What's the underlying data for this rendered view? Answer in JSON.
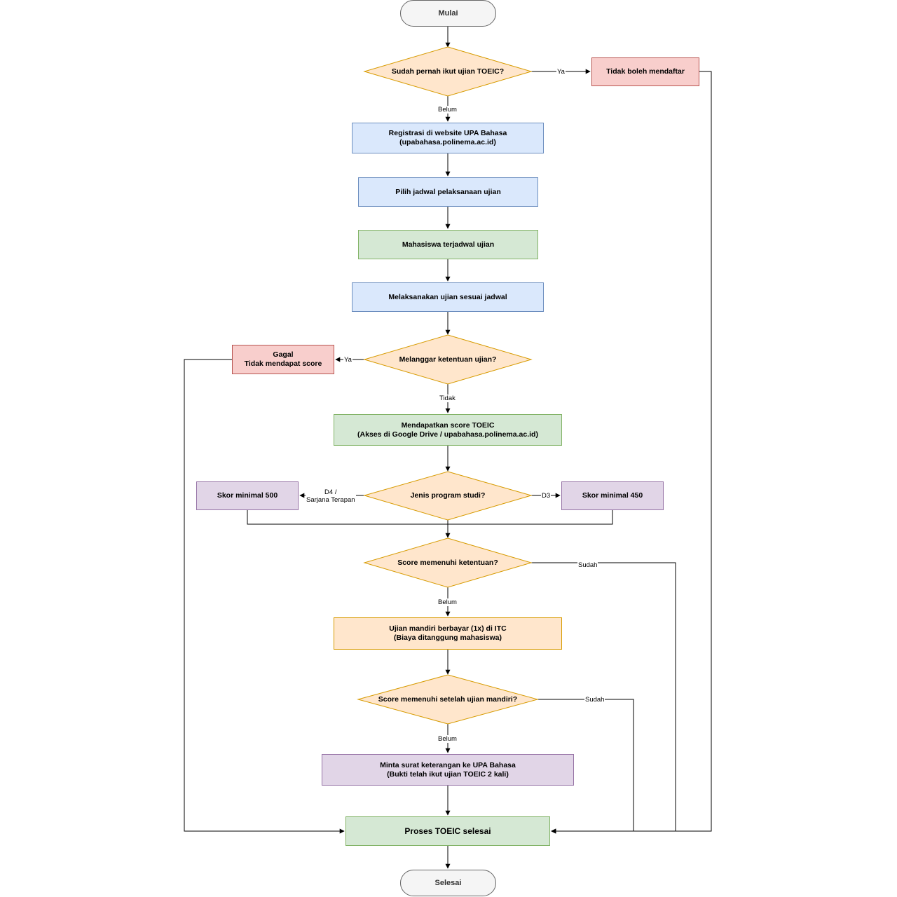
{
  "nodes": {
    "start": "Mulai",
    "q_toeic": "Sudah pernah ikut ujian TOEIC?",
    "no_register": "Tidak boleh mendaftar",
    "registration": "Registrasi di website UPA Bahasa\n(upabahasa.polinema.ac.id)",
    "pick_schedule": "Pilih jadwal pelaksanaan ujian",
    "scheduled": "Mahasiswa terjadwal ujian",
    "take_exam": "Melaksanakan ujian sesuai jadwal",
    "q_violation": "Melanggar ketentuan ujian?",
    "failed": "Gagal\nTidak mendapat score",
    "get_score": "Mendapatkan score TOEIC\n(Akses di Google Drive / upabahasa.polinema.ac.id)",
    "q_program": "Jenis program studi?",
    "min_500": "Skor minimal 500",
    "min_450": "Skor minimal 450",
    "q_score": "Score memenuhi ketentuan?",
    "paid_exam": "Ujian mandiri berbayar (1x) di ITC\n(Biaya ditanggung mahasiswa)",
    "q_score_after": "Score memenuhi setelah ujian mandiri?",
    "request_letter": "Minta surat keterangan ke UPA Bahasa\n(Bukti telah ikut ujian TOEIC 2 kali)",
    "process_done": "Proses TOEIC selesai",
    "end": "Selesai"
  },
  "edge_labels": {
    "toeic_yes": "Ya",
    "toeic_no": "Belum",
    "violation_yes": "Ya",
    "violation_no": "Tidak",
    "program_d4": "D4 /\nSarjana Terapan",
    "program_d3": "D3",
    "score_yes": "Sudah",
    "score_no": "Belum",
    "score_after_yes": "Sudah",
    "score_after_no": "Belum"
  }
}
